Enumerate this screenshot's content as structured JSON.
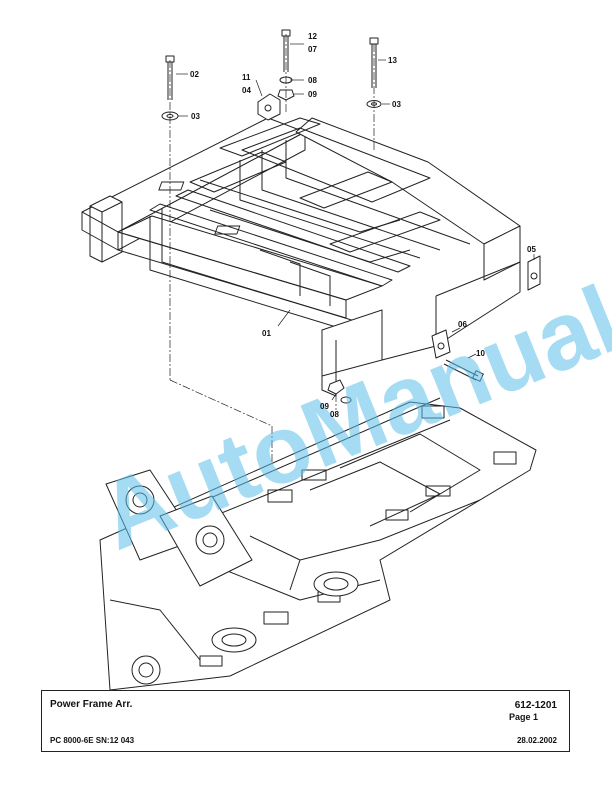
{
  "watermark": "AutoManual",
  "callouts": {
    "c01": "01",
    "c02": "02",
    "c03a": "03",
    "c03b": "03",
    "c04": "04",
    "c05": "05",
    "c06": "06",
    "c07": "07",
    "c08a": "08",
    "c08b": "08",
    "c09a": "09",
    "c09b": "09",
    "c10": "10",
    "c11": "11",
    "c12": "12",
    "c13": "13"
  },
  "title_block": {
    "title": "Power Frame Arr.",
    "drawing_number": "612-1201",
    "page": "Page 1",
    "model": "PC 8000-6E SN:12 043",
    "date": "28.02.2002"
  },
  "colors": {
    "line": "#222222",
    "watermark": "#5bc0eb"
  }
}
